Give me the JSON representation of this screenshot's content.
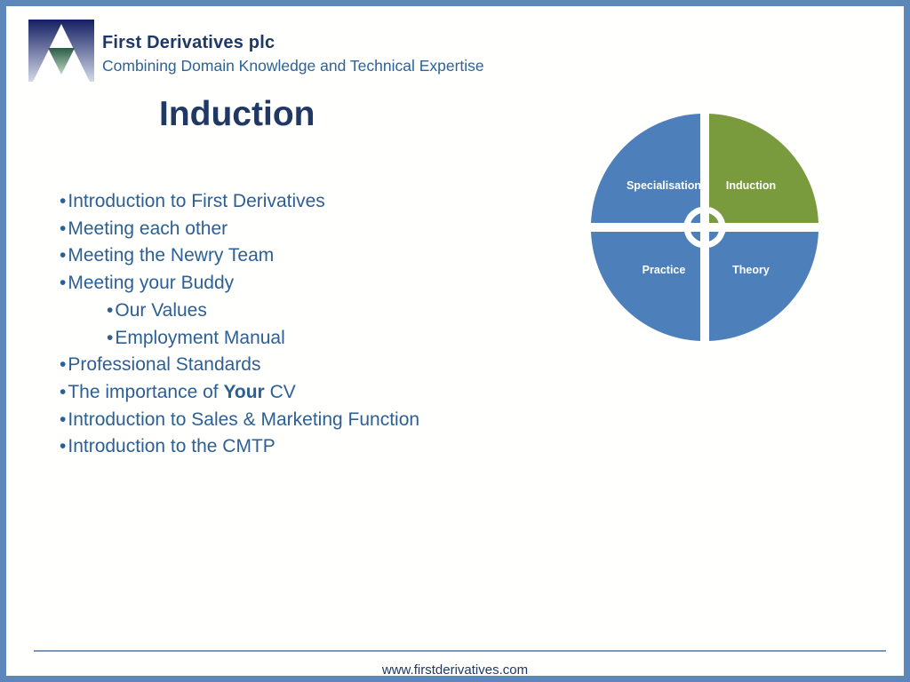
{
  "colors": {
    "slide_border": "#5d87ba",
    "dark_navy": "#1f3864",
    "bullet_blue": "#2c5f94",
    "tagline_blue": "#2c6398",
    "footer_rule": "#7e96ba"
  },
  "header": {
    "company": "First Derivatives plc",
    "tagline": "Combining Domain Knowledge and Technical Expertise",
    "logo": "first-derivatives-logo"
  },
  "slide": {
    "title": "Induction"
  },
  "bullets": {
    "bullet_char": "•",
    "items": [
      {
        "level": 1,
        "parts": [
          {
            "text": "Introduction to First Derivatives",
            "bold": false
          }
        ]
      },
      {
        "level": 1,
        "parts": [
          {
            "text": "Meeting each other",
            "bold": false
          }
        ]
      },
      {
        "level": 1,
        "parts": [
          {
            "text": "Meeting the Newry Team",
            "bold": false
          }
        ]
      },
      {
        "level": 1,
        "parts": [
          {
            "text": "Meeting your Buddy",
            "bold": false
          }
        ]
      },
      {
        "level": 2,
        "parts": [
          {
            "text": "Our Values",
            "bold": false
          }
        ]
      },
      {
        "level": 2,
        "parts": [
          {
            "text": "Employment Manual",
            "bold": false
          }
        ]
      },
      {
        "level": 1,
        "parts": [
          {
            "text": "Professional Standards",
            "bold": false
          }
        ]
      },
      {
        "level": 1,
        "parts": [
          {
            "text": "The importance of ",
            "bold": false
          },
          {
            "text": "Your",
            "bold": true
          },
          {
            "text": " CV",
            "bold": false
          }
        ]
      },
      {
        "level": 1,
        "parts": [
          {
            "text": "Introduction to Sales & Marketing Function",
            "bold": false
          }
        ]
      },
      {
        "level": 1,
        "parts": [
          {
            "text": "Introduction to the CMTP",
            "bold": false
          }
        ]
      }
    ]
  },
  "chart_data": {
    "type": "pie",
    "title": "",
    "legend_position": "none",
    "center_icon": "cycle-arrows-icon",
    "slices": [
      {
        "label": "Specialisation",
        "value": 25,
        "color": "#4d7fba"
      },
      {
        "label": "Induction",
        "value": 25,
        "color": "#7a9a3e"
      },
      {
        "label": "Practice",
        "value": 25,
        "color": "#4d7fba"
      },
      {
        "label": "Theory",
        "value": 25,
        "color": "#4d7fba"
      }
    ]
  },
  "footer": {
    "url": "www.firstderivatives.com"
  }
}
